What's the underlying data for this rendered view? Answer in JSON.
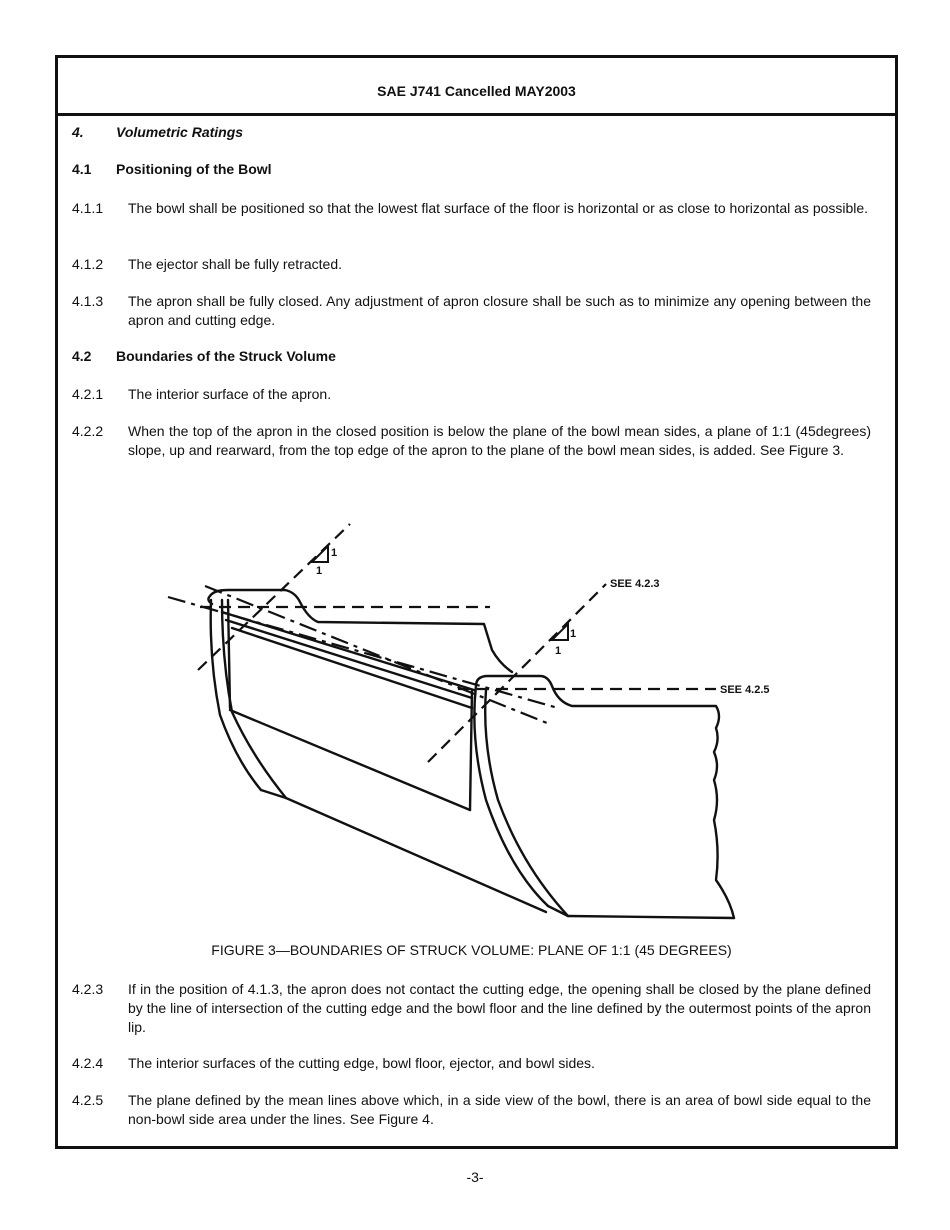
{
  "header": {
    "title": "SAE J741 Cancelled MAY2003"
  },
  "sections": {
    "s4": {
      "num": "4.",
      "title": "Volumetric Ratings"
    },
    "s41": {
      "num": "4.1",
      "title": "Positioning of the Bowl"
    },
    "s42": {
      "num": "4.2",
      "title": "Boundaries of the Struck Volume"
    }
  },
  "paras": {
    "p411": {
      "num": "4.1.1",
      "text": "The bowl shall be positioned so that the lowest flat surface of the floor is horizontal or as close to horizontal as possible."
    },
    "p412": {
      "num": "4.1.2",
      "text": "The ejector shall be fully retracted."
    },
    "p413": {
      "num": "4.1.3",
      "text": "The apron shall be fully closed.  Any adjustment of apron closure shall be such as to minimize any opening between the apron and cutting edge."
    },
    "p421": {
      "num": "4.2.1",
      "text": "The interior surface of the apron."
    },
    "p422": {
      "num": "4.2.2",
      "text": "When the top of the apron in the closed position is below the plane of the bowl mean sides, a plane of 1:1 (45degrees) slope, up and rearward, from the top edge of the apron to the plane of the bowl mean sides, is added.  See Figure 3."
    },
    "p423": {
      "num": "4.2.3",
      "text": "If in the position of 4.1.3, the apron does not contact the cutting edge, the opening shall be closed by the plane defined by the line of intersection of the cutting edge and the bowl floor and the line defined by the outermost points of the apron lip."
    },
    "p424": {
      "num": "4.2.4",
      "text": "The interior surfaces of the cutting edge, bowl floor, ejector, and bowl sides."
    },
    "p425": {
      "num": "4.2.5",
      "text": "The plane defined by the mean lines above which, in a side view of the bowl, there is an area of bowl side equal to the non-bowl side area under the lines.  See Figure 4."
    }
  },
  "figure": {
    "caption": "FIGURE 3—BOUNDARIES OF STRUCK VOLUME: PLANE OF 1:1 (45 DEGREES)",
    "labels": {
      "see423": "SEE 4.2.3",
      "see425": "SEE 4.2.5",
      "slope_one_a_rise": "1",
      "slope_one_a_run": "1",
      "slope_one_b_rise": "1",
      "slope_one_b_run": "1"
    }
  },
  "footer": {
    "page_number": "-3-"
  }
}
